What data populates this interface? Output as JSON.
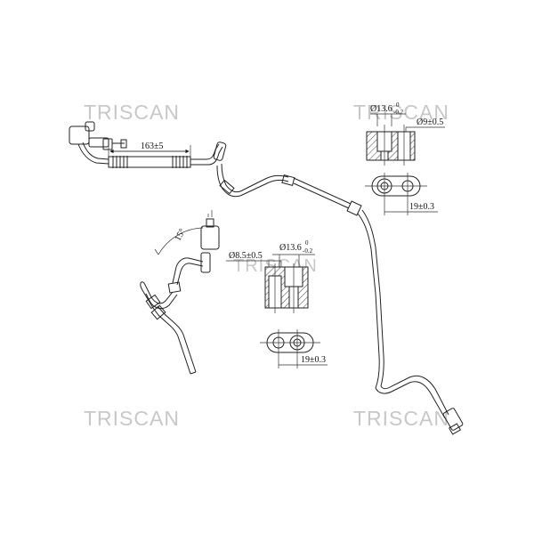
{
  "watermarks": [
    "TRISCAN",
    "TRISCAN",
    "TRISCAN",
    "TRISCAN"
  ],
  "dimensions": {
    "hose_length": "163±5",
    "angle": "15°",
    "top_detail": {
      "bore_large": "Ø13.6",
      "bore_large_tol_upper": "0",
      "bore_large_tol_lower": "-0.2",
      "bore_small": "Ø9±0.5",
      "spacing": "19±0.3"
    },
    "mid_detail": {
      "bore_small": "Ø8.5±0.5",
      "bore_large": "Ø13.6",
      "bore_large_tol_upper": "0",
      "bore_large_tol_lower": "-0.2",
      "spacing": "19±0.3"
    }
  }
}
